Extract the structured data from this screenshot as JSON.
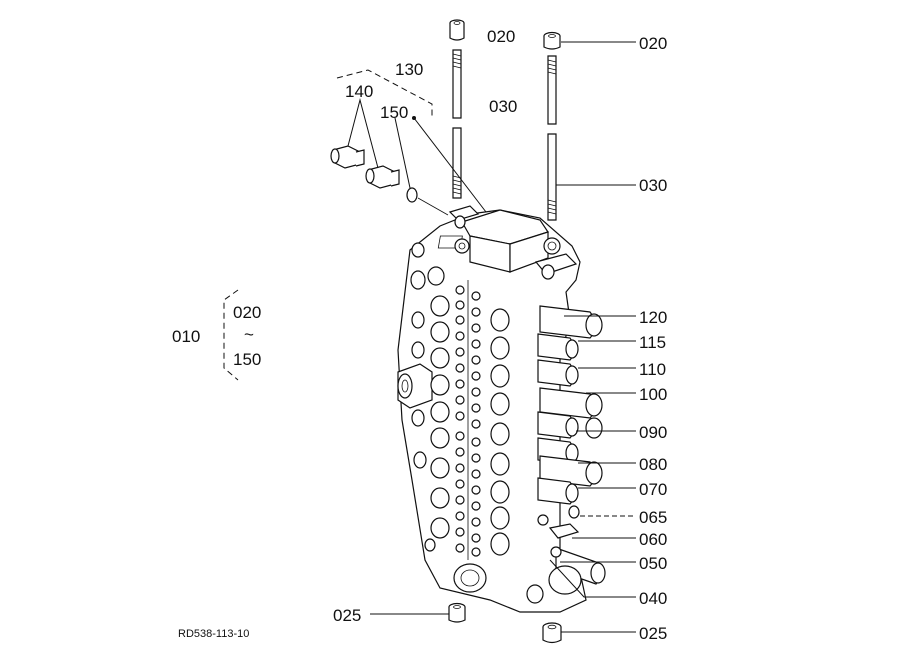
{
  "diagram": {
    "reference_code": "RD538-113-10",
    "assembly_label": "010",
    "assembly_range_top": "020",
    "assembly_range_symbol": "~",
    "assembly_range_bottom": "150",
    "callouts": {
      "nut_left": "020",
      "nut_right": "020",
      "bolt_left": "030",
      "bolt_right": "030",
      "kit": "130",
      "plug": "140",
      "oring": "150",
      "c120": "120",
      "c115": "115",
      "c110": "110",
      "c100": "100",
      "c090": "090",
      "c080": "080",
      "c070": "070",
      "c065": "065",
      "c060": "060",
      "c050": "050",
      "c040": "040",
      "nut_bottom_left": "025",
      "nut_bottom_right": "025"
    }
  }
}
